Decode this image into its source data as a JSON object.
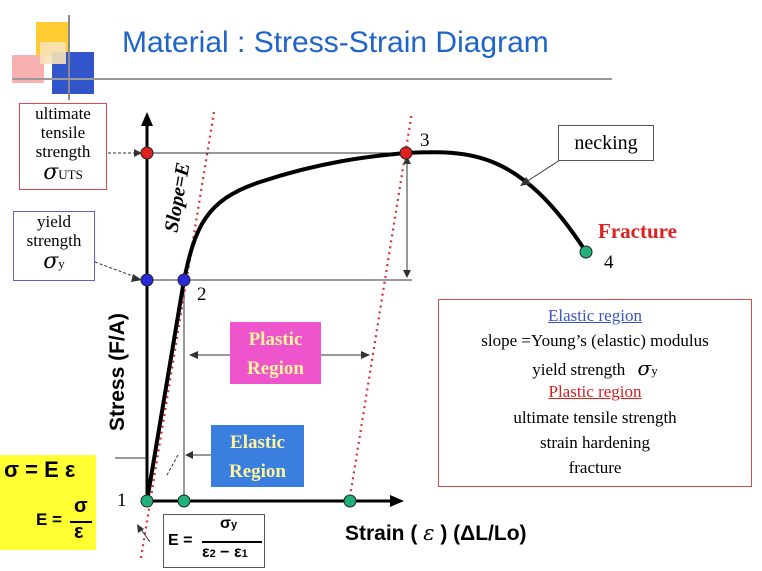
{
  "title": "Material : Stress-Strain Diagram",
  "axes": {
    "y_label": "Stress (F/A)",
    "x_label_prefix": "Strain (",
    "x_label_symbol": "ε",
    "x_label_suffix": ") (ΔL/Lo)"
  },
  "labels": {
    "uts_line1": "ultimate",
    "uts_line2": "tensile",
    "uts_line3": "strength",
    "uts_symbol": "σ",
    "uts_sub": "UTS",
    "yield_line1": "yield",
    "yield_line2": "strength",
    "yield_symbol": "σ",
    "yield_sub": "y",
    "slope": "Slope=E",
    "necking": "necking",
    "fracture": "Fracture",
    "plastic_region_1": "Plastic",
    "plastic_region_2": "Region",
    "elastic_region_1": "Elastic",
    "elastic_region_2": "Region",
    "point_1": "1",
    "point_2": "2",
    "point_3": "3",
    "point_4": "4"
  },
  "formulas": {
    "hooke_left": "σ = E ε",
    "e_equals": "E =",
    "e_num": "σ",
    "e_den": "ε",
    "e2_lhs": "E =",
    "e2_num_sym": "σ",
    "e2_num_sub": "y",
    "e2_den_a": "ε",
    "e2_den_a_sub": "2",
    "e2_den_minus": "−",
    "e2_den_b": "ε",
    "e2_den_b_sub": "1"
  },
  "legend": {
    "elastic_heading": "Elastic region",
    "line1": "slope =Young’s (elastic) modulus",
    "line2": "yield strength",
    "line2_symbol": "σ",
    "line2_sub": "y",
    "plastic_heading": "Plastic region",
    "line3": "ultimate tensile strength",
    "line4": "strain hardening",
    "line5": "fracture"
  },
  "colors": {
    "title_blue": "#1f64c8",
    "red_point": "#e02020",
    "blue_point": "#2a2ad8",
    "teal_point": "#22b07a",
    "dotted_red": "#d83030",
    "pink_region": "#ee55cc",
    "blue_region": "#3a7fe0",
    "yellow_formula": "#ffff33"
  }
}
